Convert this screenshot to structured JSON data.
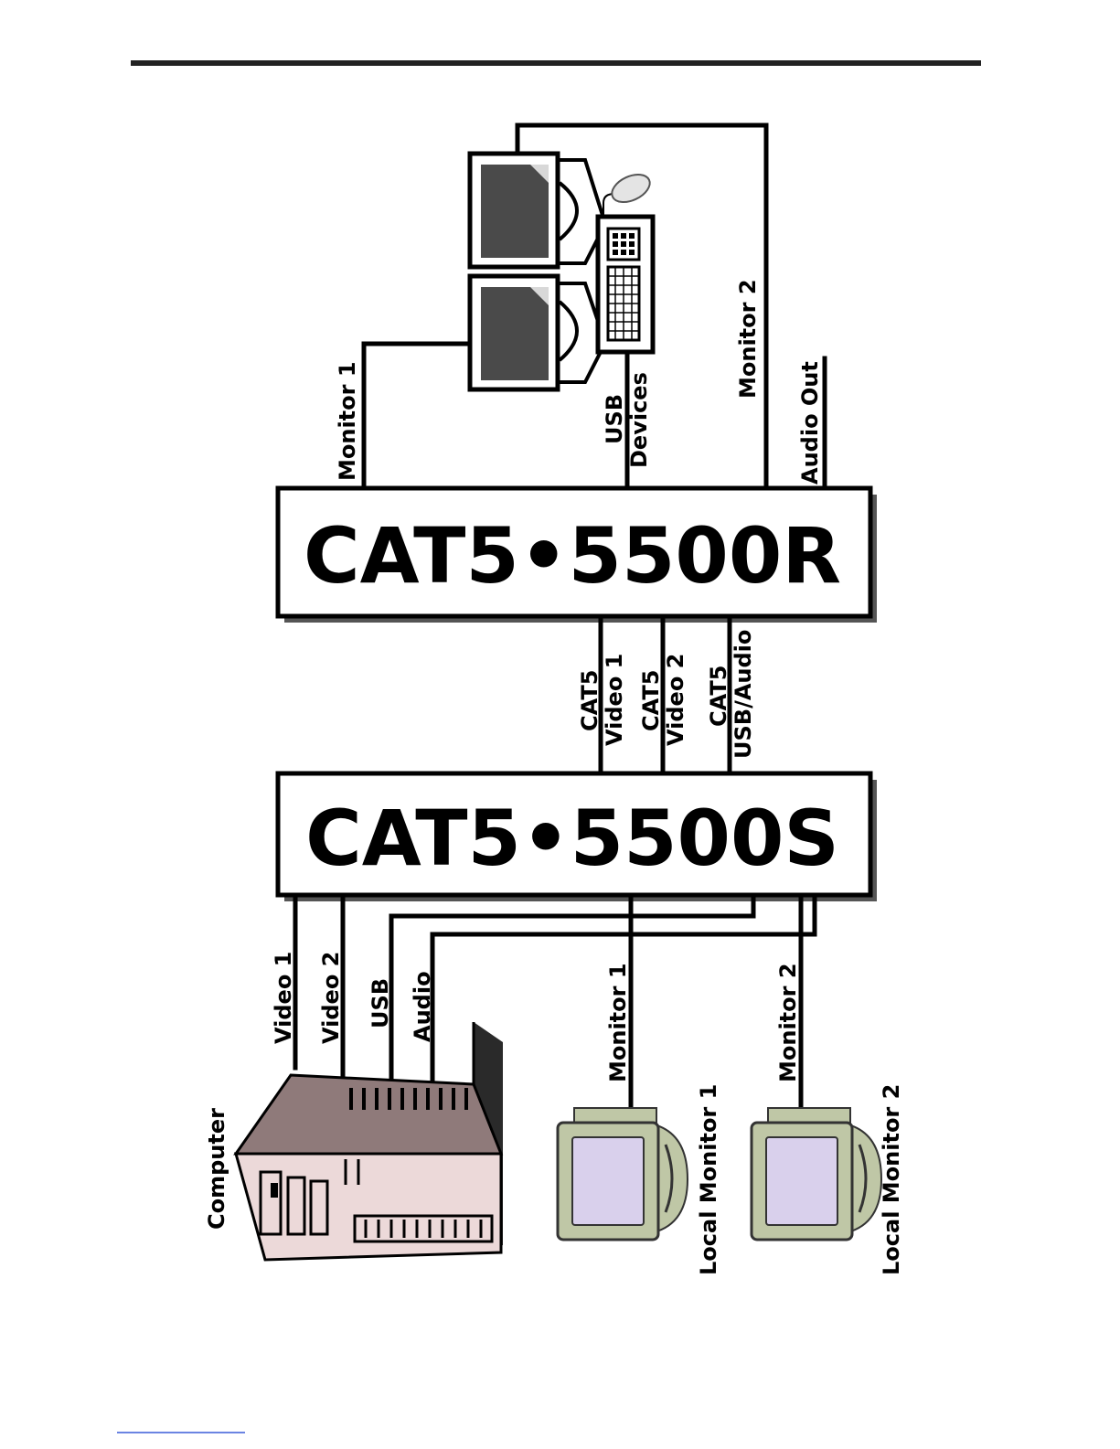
{
  "units": {
    "remote": "CAT5•5500R",
    "sender": "CAT5•5500S"
  },
  "remote_ports": {
    "monitor1": "Monitor 1",
    "usb_line1": "USB",
    "usb_line2": "Devices",
    "monitor2": "Monitor 2",
    "audio_out": "Audio Out"
  },
  "links": {
    "video1_line1": "CAT5",
    "video1_line2": "Video 1",
    "video2_line1": "CAT5",
    "video2_line2": "Video 2",
    "usbaudio_line1": "CAT5",
    "usbaudio_line2": "USB/Audio"
  },
  "sender_ports": {
    "video1": "Video 1",
    "video2": "Video 2",
    "usb": "USB",
    "audio": "Audio",
    "monitor1": "Monitor 1",
    "monitor2": "Monitor 2"
  },
  "devices": {
    "computer": "Computer",
    "local_monitor1": "Local Monitor 1",
    "local_monitor2": "Local Monitor 2"
  },
  "colors": {
    "monitor_beige": "#bfc7a6",
    "monitor_screen": "#d9d0ec",
    "computer_top": "#8f7a7a",
    "computer_body": "#ecd9d9",
    "remote_screen": "#4a4a4a"
  }
}
